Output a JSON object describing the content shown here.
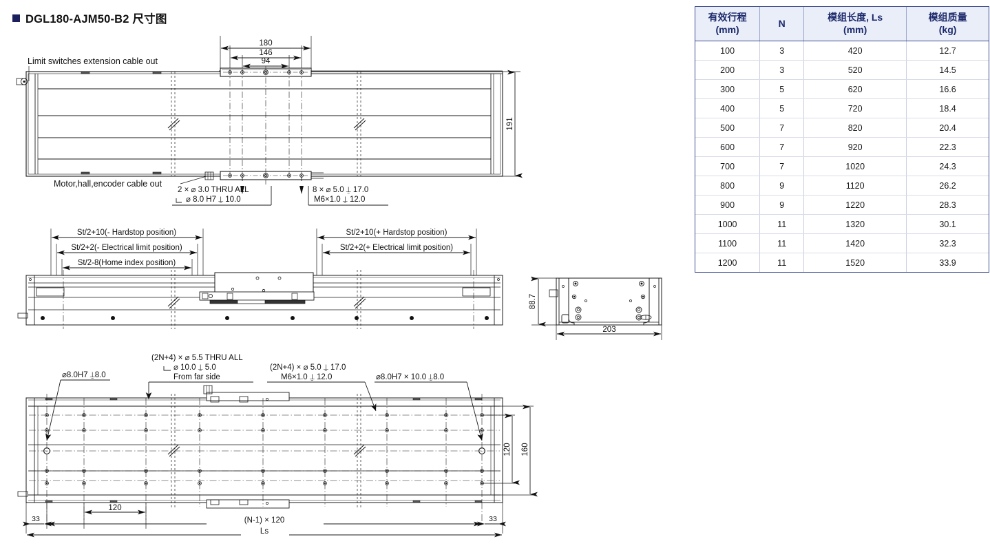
{
  "page": {
    "title": "DGL180-AJM50-B2 尺寸图",
    "bullet_color": "#1b1f5c"
  },
  "spec_table": {
    "headers": [
      "有效行程\n(mm)",
      "N",
      "模组长度, Ls\n(mm)",
      "模组质量\n(kg)"
    ],
    "header_lines": [
      [
        "有效行程",
        "(mm)"
      ],
      [
        "N",
        ""
      ],
      [
        "模组长度, Ls",
        "(mm)"
      ],
      [
        "模组质量",
        "(kg)"
      ]
    ],
    "border_color": "#3d4a8c",
    "header_bg": "#e9eef9",
    "header_text_color": "#1c2a6b",
    "rows": [
      [
        "100",
        "3",
        "420",
        "12.7"
      ],
      [
        "200",
        "3",
        "520",
        "14.5"
      ],
      [
        "300",
        "5",
        "620",
        "16.6"
      ],
      [
        "400",
        "5",
        "720",
        "18.4"
      ],
      [
        "500",
        "7",
        "820",
        "20.4"
      ],
      [
        "600",
        "7",
        "920",
        "22.3"
      ],
      [
        "700",
        "7",
        "1020",
        "24.3"
      ],
      [
        "800",
        "9",
        "1120",
        "26.2"
      ],
      [
        "900",
        "9",
        "1220",
        "28.3"
      ],
      [
        "1000",
        "11",
        "1320",
        "30.1"
      ],
      [
        "1100",
        "11",
        "1420",
        "32.3"
      ],
      [
        "1200",
        "11",
        "1520",
        "33.9"
      ]
    ]
  },
  "top_view": {
    "dims": {
      "d180": "180",
      "d146": "146",
      "d94": "94",
      "d191": "191"
    },
    "labels": {
      "limit_switch": "Limit switches extension cable out",
      "motor_cable": "Motor,hall,encoder cable out",
      "callout_left_l1": "2 ×  ⌀ 3.0 THRU ALL",
      "callout_left_l2": "⌀ 8.0 H7  ⍊ 10.0",
      "callout_right_l1": "8 × ⌀ 5.0  ⍊ 17.0",
      "callout_right_l2": "M6×1.0      ⍊ 12.0"
    }
  },
  "middle_view": {
    "labels": {
      "neg_hardstop": "St/2+10(- Hardstop position)",
      "neg_elec_limit": "St/2+2(- Electrical limit position)",
      "home_index": "St/2-8(Home index position)",
      "pos_hardstop": "St/2+10(+ Hardstop position)",
      "pos_elec_limit": "St/2+2(+ Electrical limit position)"
    }
  },
  "side_view": {
    "dims": {
      "height": "88.7",
      "width": "203"
    }
  },
  "bottom_view": {
    "dims": {
      "d120_vert": "120",
      "d160_vert": "160",
      "d120_horz": "120",
      "d33_left": "33",
      "d33_right": "33",
      "n_minus_1": "(N-1) × 120",
      "ls": "Ls"
    },
    "labels": {
      "callout_far_left": "⌀8.0H7 ⍊8.0",
      "callout_mid_l1": "(2N+4) × ⌀ 5.5 THRU ALL",
      "callout_mid_l2": "⌀ 10.0 ⍊ 5.0",
      "callout_mid_l3": "From far side",
      "callout_m6_l1": "(2N+4) ×  ⌀ 5.0  ⍊ 17.0",
      "callout_m6_l2": "M6×1.0          ⍊ 12.0",
      "callout_far_right": "⌀8.0H7 × 10.0 ⍊8.0"
    }
  }
}
